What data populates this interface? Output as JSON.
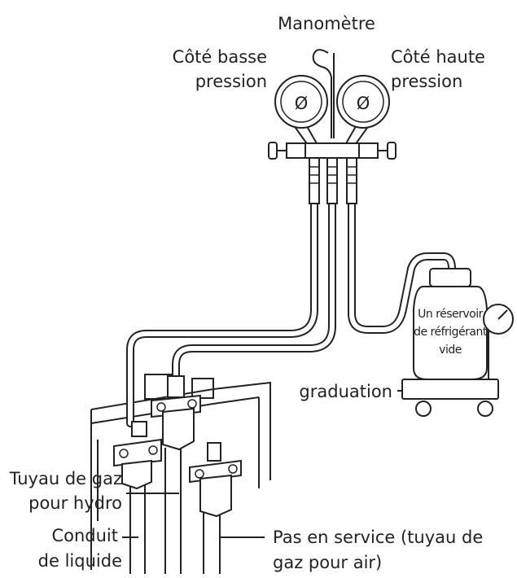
{
  "labels": {
    "manometer": "Manomètre",
    "low_side_1": "Côté basse",
    "low_side_2": "pression",
    "high_side_1": "Côté haute",
    "high_side_2": "pression",
    "tank_1": "Un réservoir",
    "tank_2": "de réfrigérant",
    "tank_3": "vide",
    "scale": "graduation",
    "gas_pipe_1": "Tuyau de gaz",
    "gas_pipe_2": "pour hydro",
    "liquid_1": "Conduit",
    "liquid_2": "de liquide",
    "unused_1": "Pas en service (tuyau de",
    "unused_2": "gaz pour air)"
  },
  "icons": {
    "gauge_symbol": "Ø"
  }
}
